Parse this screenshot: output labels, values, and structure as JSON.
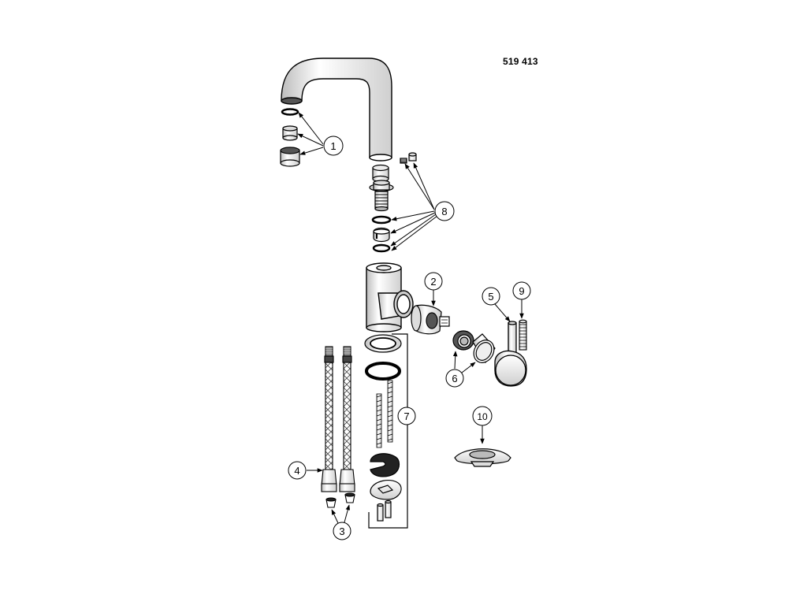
{
  "diagram": {
    "part_number": "519 413",
    "callouts": [
      {
        "id": "1",
        "label": "1"
      },
      {
        "id": "2",
        "label": "2"
      },
      {
        "id": "3",
        "label": "3"
      },
      {
        "id": "4",
        "label": "4"
      },
      {
        "id": "5",
        "label": "5"
      },
      {
        "id": "6",
        "label": "6"
      },
      {
        "id": "7",
        "label": "7"
      },
      {
        "id": "8",
        "label": "8"
      },
      {
        "id": "9",
        "label": "9"
      },
      {
        "id": "10",
        "label": "10"
      }
    ]
  },
  "colors": {
    "line": "#000000",
    "shade_light": "#e6e6e6",
    "shade_mid": "#bdbdbd",
    "shade_dark": "#555555",
    "fill": "#ffffff"
  }
}
